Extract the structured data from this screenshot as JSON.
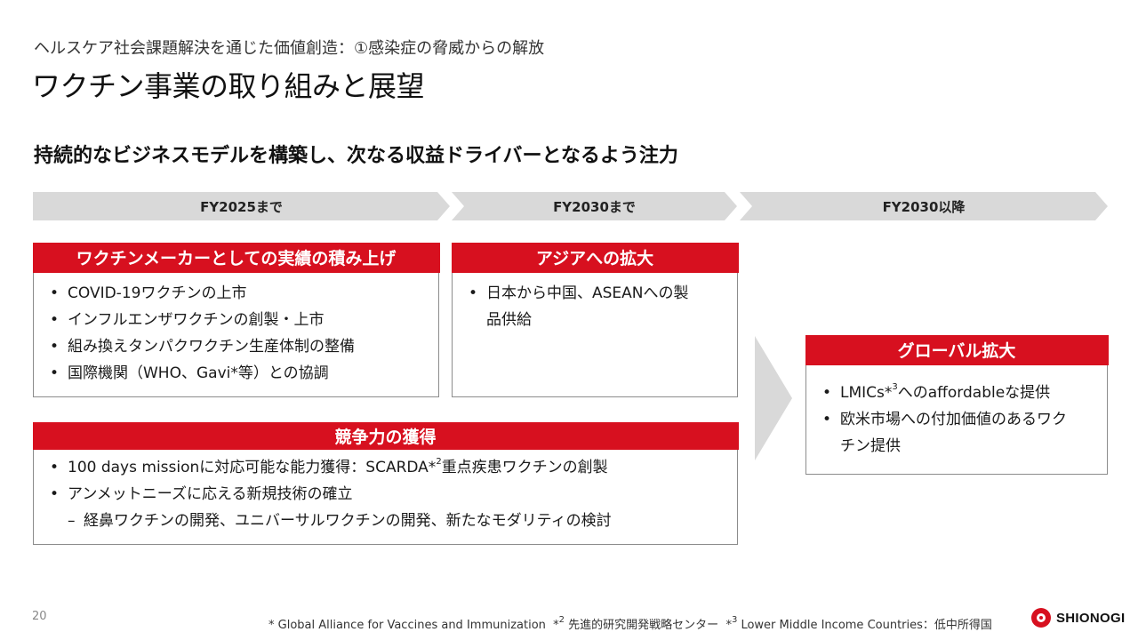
{
  "header": {
    "subtitle": "ヘルスケア社会課題解決を通じた価値創造：①感染症の脅威からの解放",
    "title": "ワクチン事業の取り組みと展望",
    "lead": "持続的なビジネスモデルを構築し、次なる収益ドライバーとなるよう注力"
  },
  "phases": [
    "FY2025まで",
    "FY2030まで",
    "FY2030以降"
  ],
  "bullet": "•",
  "dash": "–",
  "boxes": {
    "track_record": {
      "heading": "ワクチンメーカーとしての実績の積み上げ",
      "items": [
        "COVID-19ワクチンの上市",
        "インフルエンザワクチンの創製・上市",
        "組み換えタンパクワクチン生産体制の整備",
        "国際機関（WHO、Gavi*等）との協調"
      ]
    },
    "asia": {
      "heading": "アジアへの拡大",
      "items": [
        "日本から中国、ASEANへの製品供給"
      ]
    },
    "competitiveness": {
      "heading": "競争力の獲得",
      "item1_pre": "100 days missionに対応可能な能力獲得：SCARDA*",
      "item1_sup": "2",
      "item1_post": "重点疾患ワクチンの創製",
      "item2": "アンメットニーズに応える新規技術の確立",
      "item3": "経鼻ワクチンの開発、ユニバーサルワクチンの開発、新たなモダリティの検討"
    },
    "global": {
      "heading": "グローバル拡大",
      "item1_pre": "LMICs*",
      "item1_sup": "3",
      "item1_post": "へのaffordableな提供",
      "item2": "欧米市場への付加価値のあるワクチン提供"
    }
  },
  "footer": {
    "page_number": "20",
    "fn1": "* Global Alliance for Vaccines and Immunization",
    "fn2_mark": "*",
    "fn2_sup": "2",
    "fn2_text": " 先進的研究開発戦略センター",
    "fn3_mark": "*",
    "fn3_sup": "3",
    "fn3_text": " Lower Middle Income Countries：低中所得国",
    "logo_text": "SHIONOGI"
  }
}
